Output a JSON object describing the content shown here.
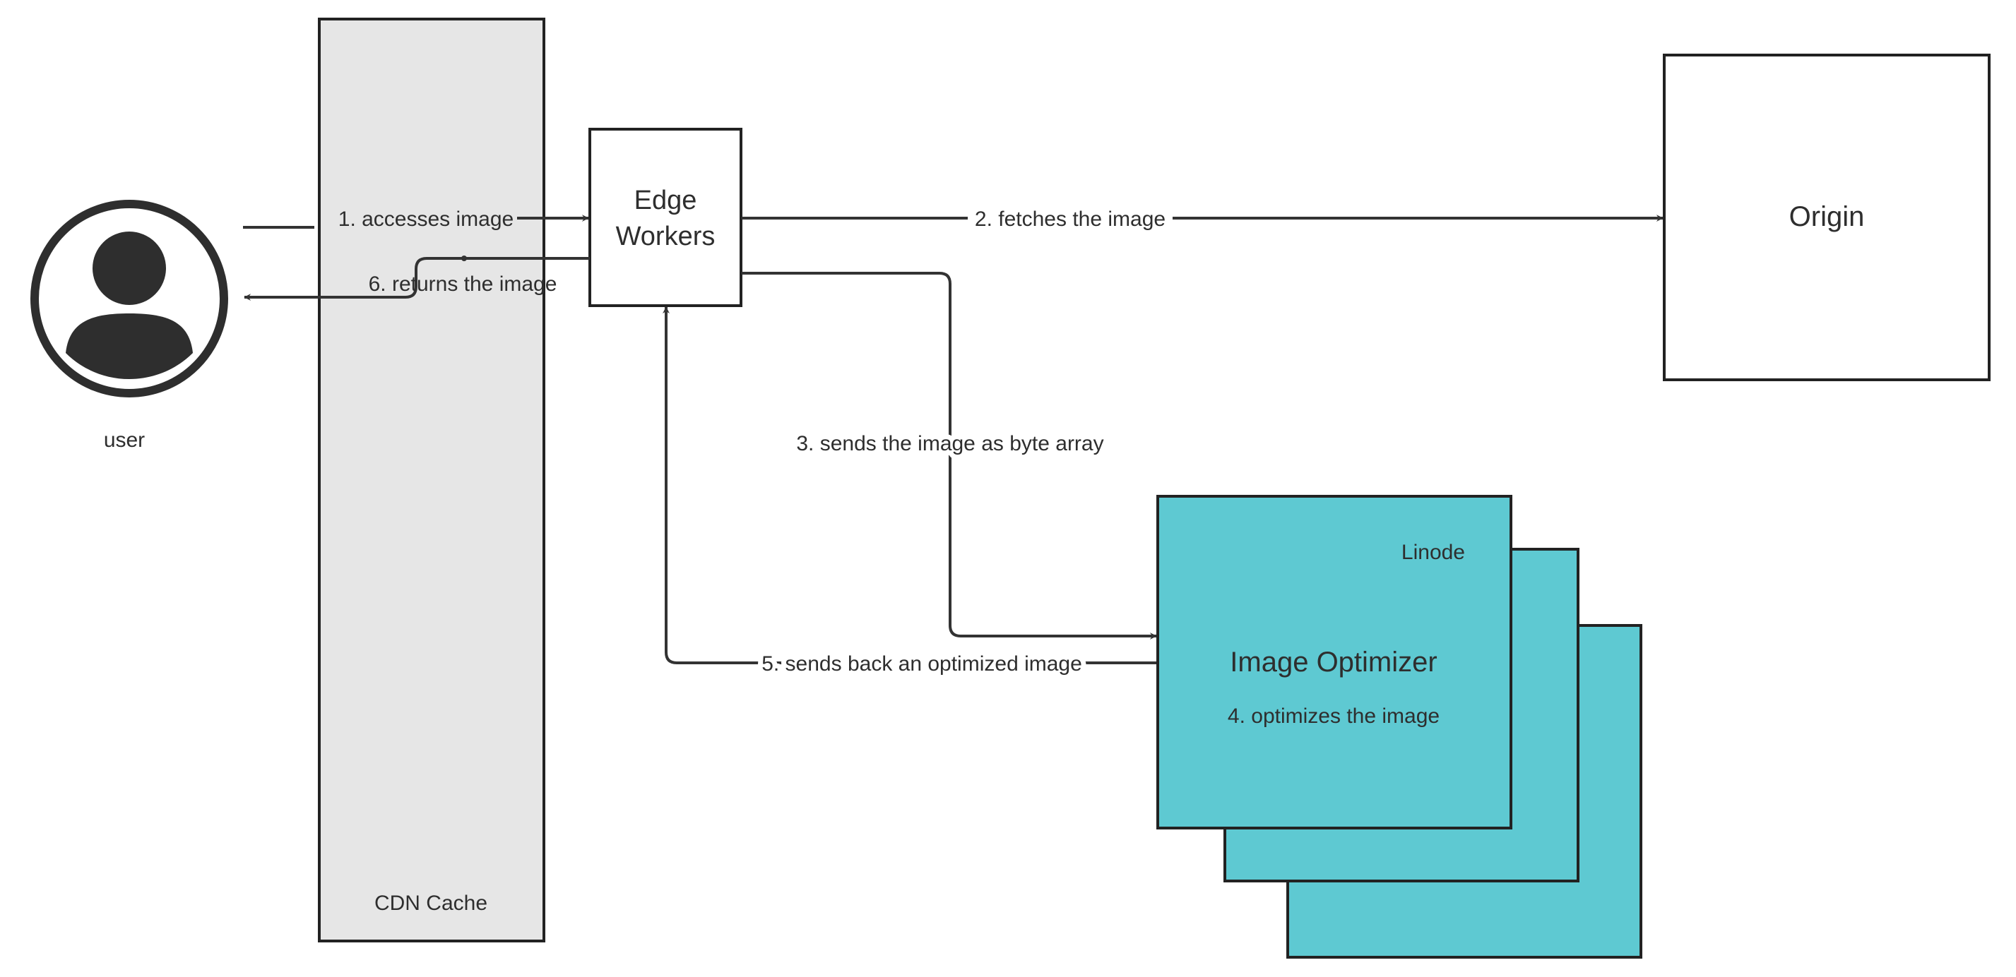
{
  "nodes": {
    "user": {
      "label": "user"
    },
    "cdn_cache": {
      "label": "CDN Cache"
    },
    "edge_workers": {
      "label_line1": "Edge",
      "label_line2": "Workers"
    },
    "origin": {
      "label": "Origin"
    },
    "image_optimizer": {
      "title": "Image Optimizer",
      "subtitle": "4. optimizes the image",
      "provider_label": "Linode"
    }
  },
  "edges": {
    "step1": "1. accesses image",
    "step2": "2. fetches the image",
    "step3": "3. sends the image as byte array",
    "step5": "5. sends back an optimized image",
    "step6": "6. returns the image"
  },
  "colors": {
    "cdn_fill": "#e6e6e6",
    "optimizer_fill": "#5ec9d2",
    "stroke": "#222222",
    "text": "#2e2e2e"
  },
  "icons": {
    "user": "user-avatar-icon"
  }
}
